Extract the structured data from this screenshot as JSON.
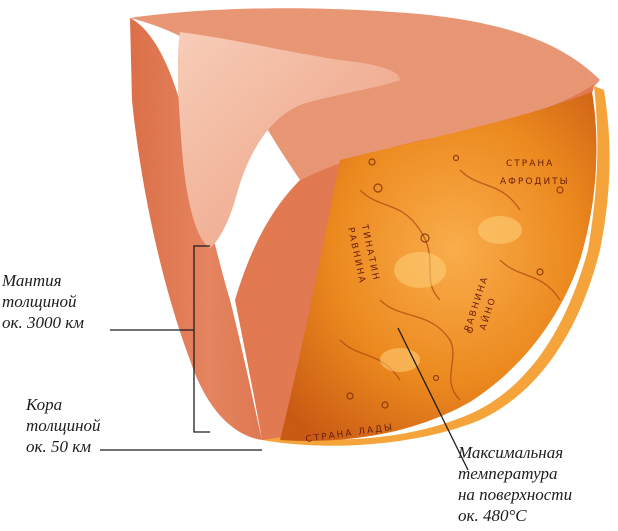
{
  "labels": {
    "mantle": [
      "Мантия",
      "толщиной",
      "ок. 3000 км"
    ],
    "crust": [
      "Кора",
      "толщиной",
      "ок. 50 км"
    ],
    "temperature": [
      "Максимальная",
      "температура",
      "на поверхности",
      "ок. 480°C"
    ]
  },
  "regions": {
    "aphrodite": [
      "СТРАНА",
      "АФРОДИТЫ"
    ],
    "tinatin": [
      "РАВНИНА",
      "ТИНАТИН"
    ],
    "aino": [
      "РАВНИНА",
      "АЙНО"
    ],
    "lada": "СТРАНА ЛАДЫ"
  },
  "colors": {
    "mantle": "#e9805a",
    "mantle_top": "#ee9a78",
    "core": "#f6b9a0",
    "crust": "#f0a030",
    "surface": "#f08a18",
    "leader": "#1d1d1d"
  }
}
